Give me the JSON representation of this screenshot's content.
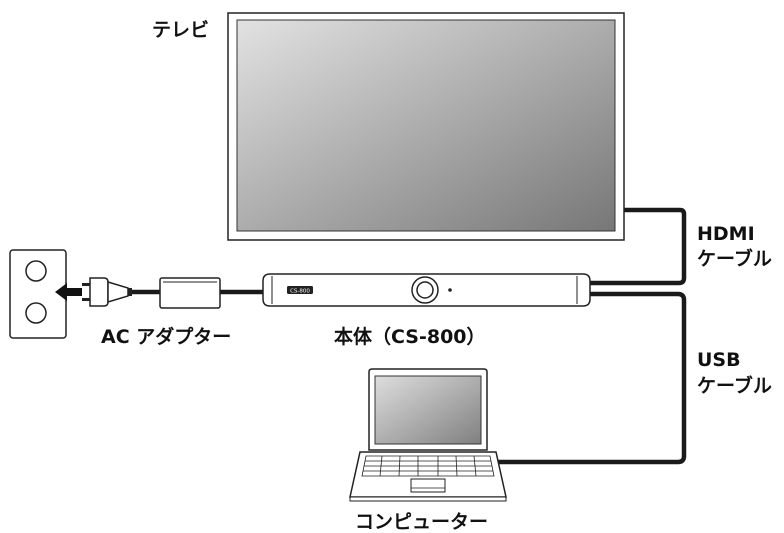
{
  "labels": {
    "tv": "テレビ",
    "hdmi_line1": "HDMI",
    "hdmi_line2": "ケーブル",
    "usb_line1": "USB",
    "usb_line2": "ケーブル",
    "ac_adapter": "AC アダプター",
    "main_unit": "本体（CS-800）",
    "computer": "コンピューター"
  },
  "device_badge": "CS-800",
  "colors": {
    "outline": "#222222",
    "cable": "#1a1a1a",
    "screen_light": "#dcdcdc",
    "screen_dark": "#7a7a7a",
    "body_fill": "#ffffff"
  }
}
